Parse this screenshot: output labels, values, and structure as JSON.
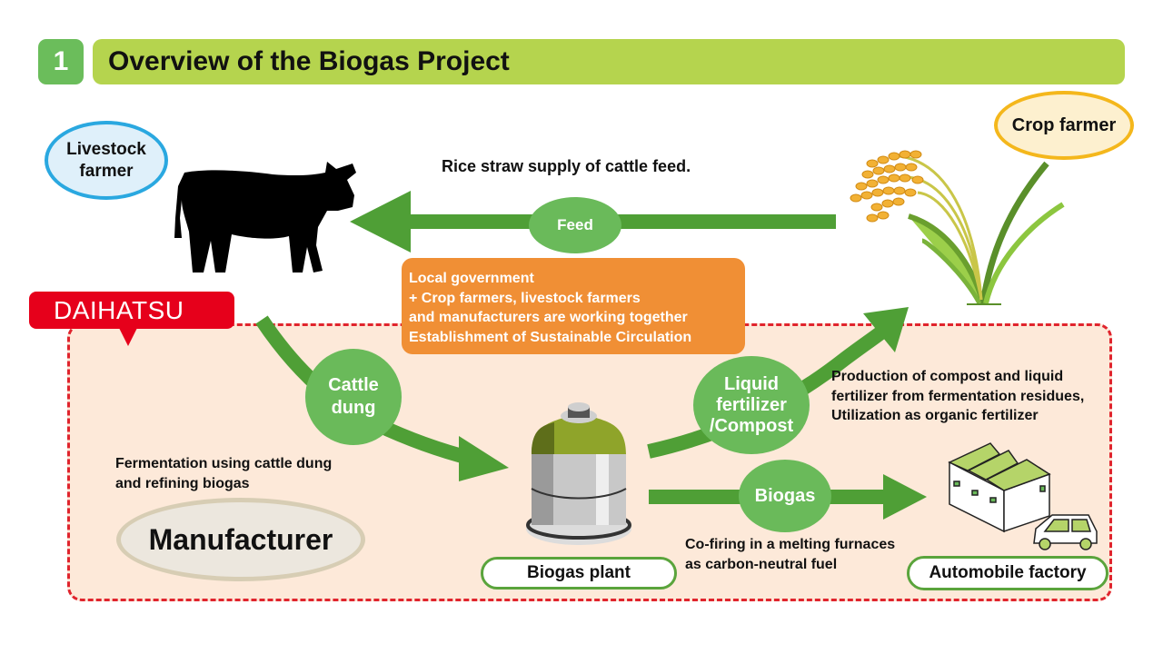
{
  "header": {
    "section_number": "1",
    "title": "Overview of the Biogas Project"
  },
  "actors": {
    "livestock_farmer": "Livestock farmer",
    "crop_farmer": "Crop farmer",
    "manufacturer": "Manufacturer",
    "company_tag": "DAIHATSU"
  },
  "flows": {
    "feed": "Feed",
    "cattle_dung": "Cattle dung",
    "liquid_fertilizer": "Liquid fertilizer /Compost",
    "biogas": "Biogas"
  },
  "captions": {
    "rice_straw": "Rice straw supply of cattle feed.",
    "collaboration": [
      "Local government",
      "+ Crop farmers, livestock farmers",
      "and manufacturers are working together",
      "Establishment of Sustainable Circulation"
    ],
    "fermentation": [
      "Fermentation using cattle dung",
      "and refining biogas"
    ],
    "production": [
      "Production of compost and liquid",
      "fertilizer from fermentation residues,",
      "Utilization as organic fertilizer"
    ],
    "cofiring": [
      "Co-firing in a melting furnaces",
      "as carbon-neutral fuel"
    ]
  },
  "facilities": {
    "biogas_plant": "Biogas plant",
    "automobile_factory": "Automobile factory"
  },
  "icons": [
    "cow-icon",
    "rice-plant-icon",
    "biogas-tank-icon",
    "factory-icon",
    "car-icon"
  ],
  "colors": {
    "title_bar": "#b5d44e",
    "badge": "#6bbd5b",
    "arrow_green": "#4f9f36",
    "label_green": "#6aba5a",
    "orange": "#f08f35",
    "daihatsu_red": "#e6001b",
    "zone_fill": "#fde9d9"
  }
}
